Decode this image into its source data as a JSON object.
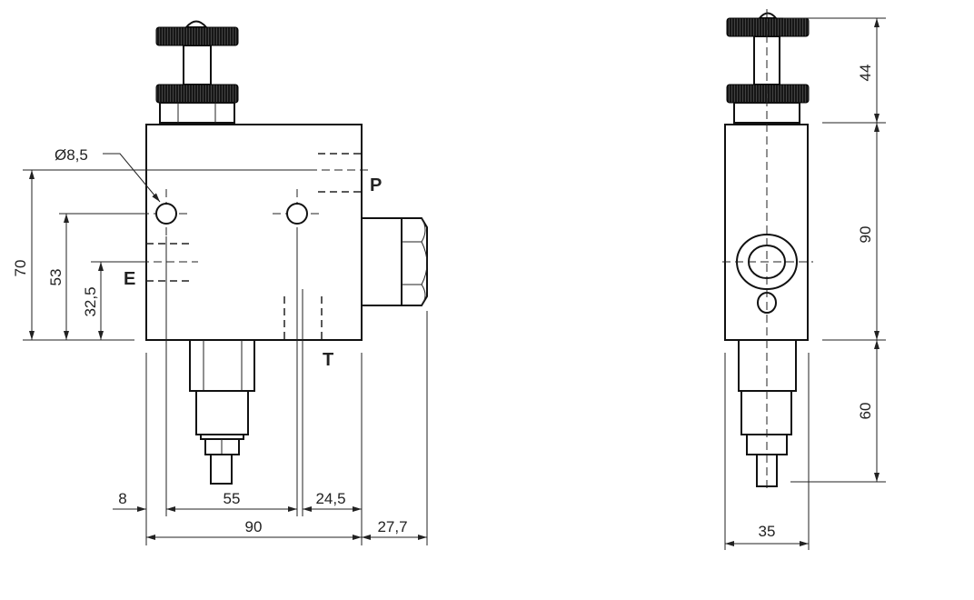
{
  "front_view": {
    "hole_label": "Ø8,5",
    "ports": {
      "p": "P",
      "e": "E",
      "t": "T"
    },
    "dimensions": {
      "height_70": "70",
      "height_53": "53",
      "height_32_5": "32,5",
      "offset_8": "8",
      "spacing_55": "55",
      "offset_24_5": "24,5",
      "width_90": "90",
      "fitting_27_7": "27,7"
    }
  },
  "side_view": {
    "dimensions": {
      "knob_44": "44",
      "body_90": "90",
      "valve_60": "60",
      "width_35": "35"
    }
  },
  "colors": {
    "line": "#111111",
    "knob": "#161616"
  }
}
